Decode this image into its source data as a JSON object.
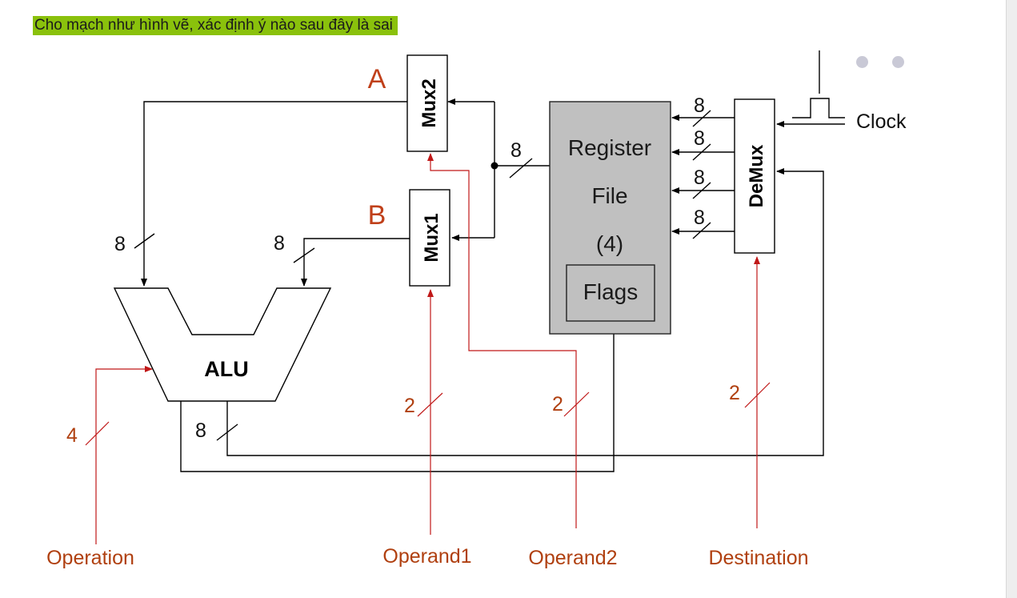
{
  "question": "Cho mạch như hình vẽ, xác định ý nào sau đây là sai",
  "diagram": {
    "mux2_label": "Mux2",
    "mux1_label": "Mux1",
    "demux_label": "DeMux",
    "alu_label": "ALU",
    "register_file_line1": "Register",
    "register_file_line2": "File",
    "register_file_line3": "(4)",
    "flags_label": "Flags",
    "input_a_label": "A",
    "input_b_label": "B",
    "clock_label": "Clock",
    "bus_width_8": "8",
    "operand_width": "2",
    "operation_width": "4",
    "operation_label": "Operation",
    "operand1_label": "Operand1",
    "operand2_label": "Operand2",
    "destination_label": "Destination",
    "colors": {
      "question_highlight": "#8ac10c",
      "register_fill": "#c0c0c0",
      "control_line": "#c01818",
      "control_label": "#b04010"
    }
  }
}
